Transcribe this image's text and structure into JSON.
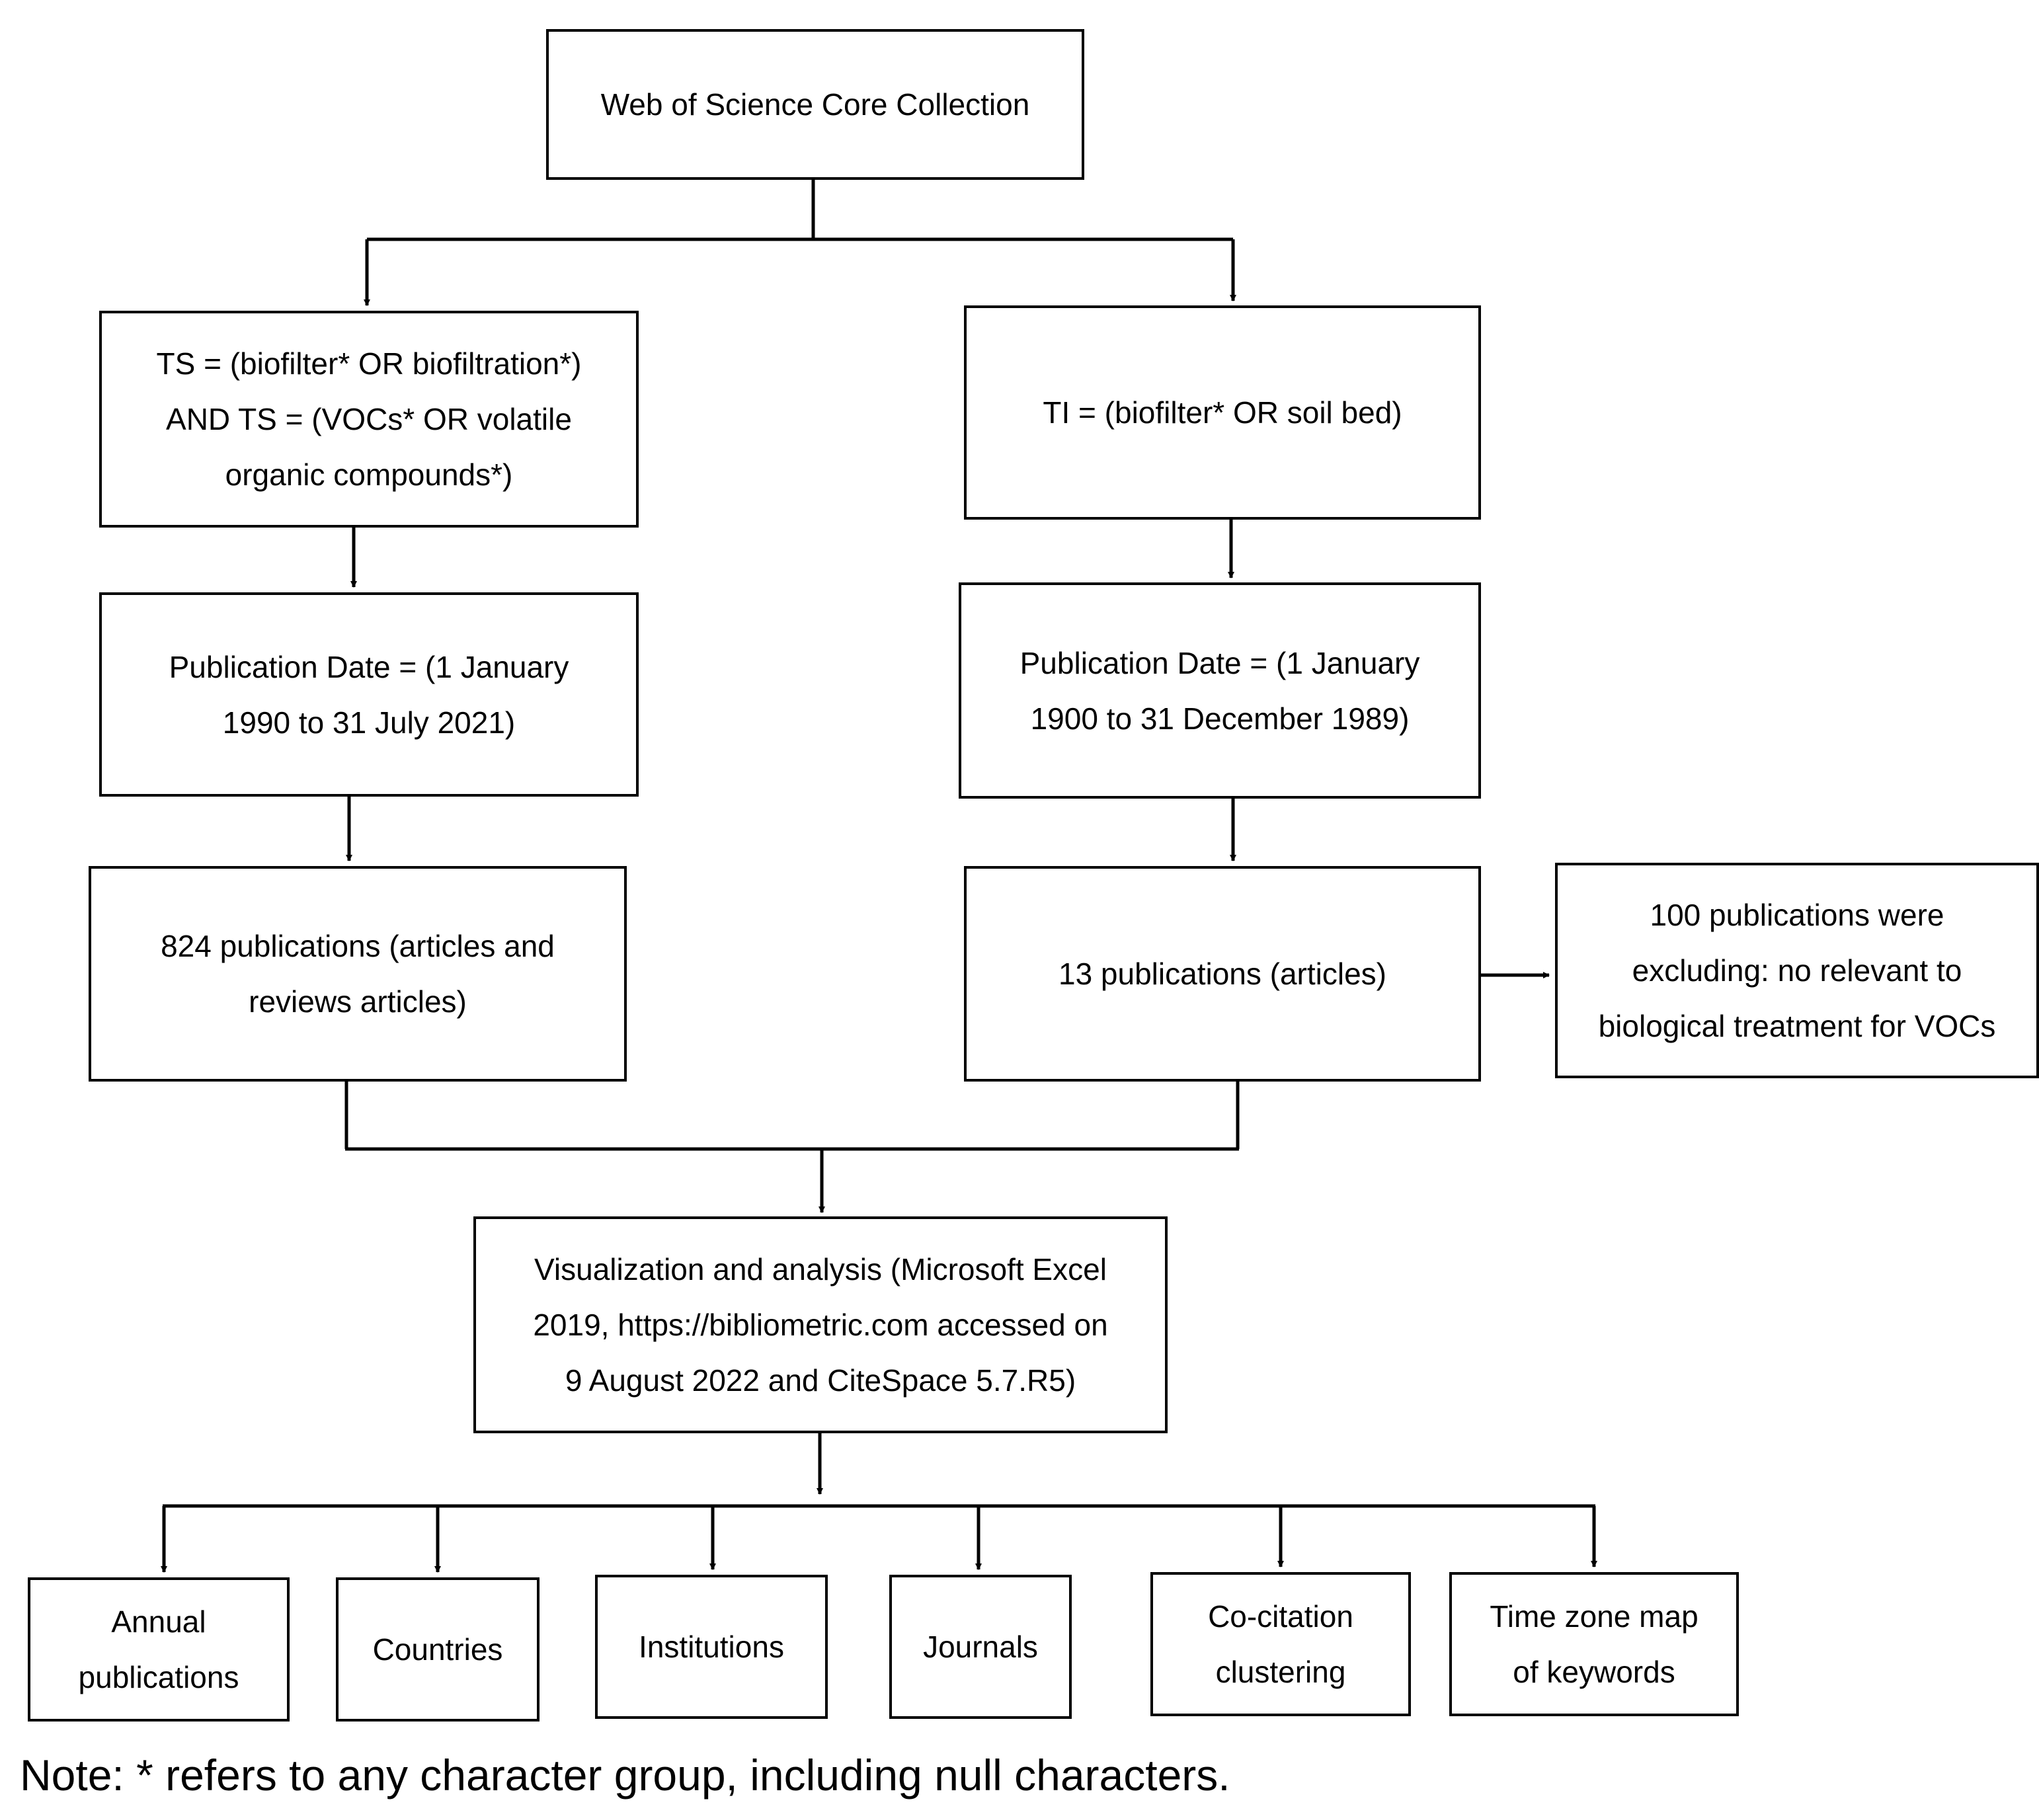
{
  "nodes": {
    "source": "Web of Science Core Collection",
    "query_left": "TS = (biofilter* OR biofiltration*)\nAND TS = (VOCs* OR volatile\norganic compounds*)",
    "query_right": "TI = (biofilter* OR soil bed)",
    "date_left": "Publication Date = (1 January\n1990 to 31 July 2021)",
    "date_right": "Publication Date = (1 January\n1900 to 31 December 1989)",
    "result_left": "824 publications (articles and\nreviews articles)",
    "result_right": "13 publications (articles)",
    "excluded": "100 publications were\nexcluding: no relevant to\nbiological treatment for VOCs",
    "analysis": "Visualization and analysis (Microsoft Excel\n2019, https://bibliometric.com accessed on\n9 August 2022 and CiteSpace 5.7.R5)",
    "out_annual": "Annual\npublications",
    "out_countries": "Countries",
    "out_institutions": "Institutions",
    "out_journals": "Journals",
    "out_cocitation": "Co-citation\nclustering",
    "out_timezone": "Time zone map\nof keywords"
  },
  "note": "Note: * refers to any character group, including null characters.",
  "colors": {
    "line": "#000000",
    "background": "#ffffff"
  }
}
